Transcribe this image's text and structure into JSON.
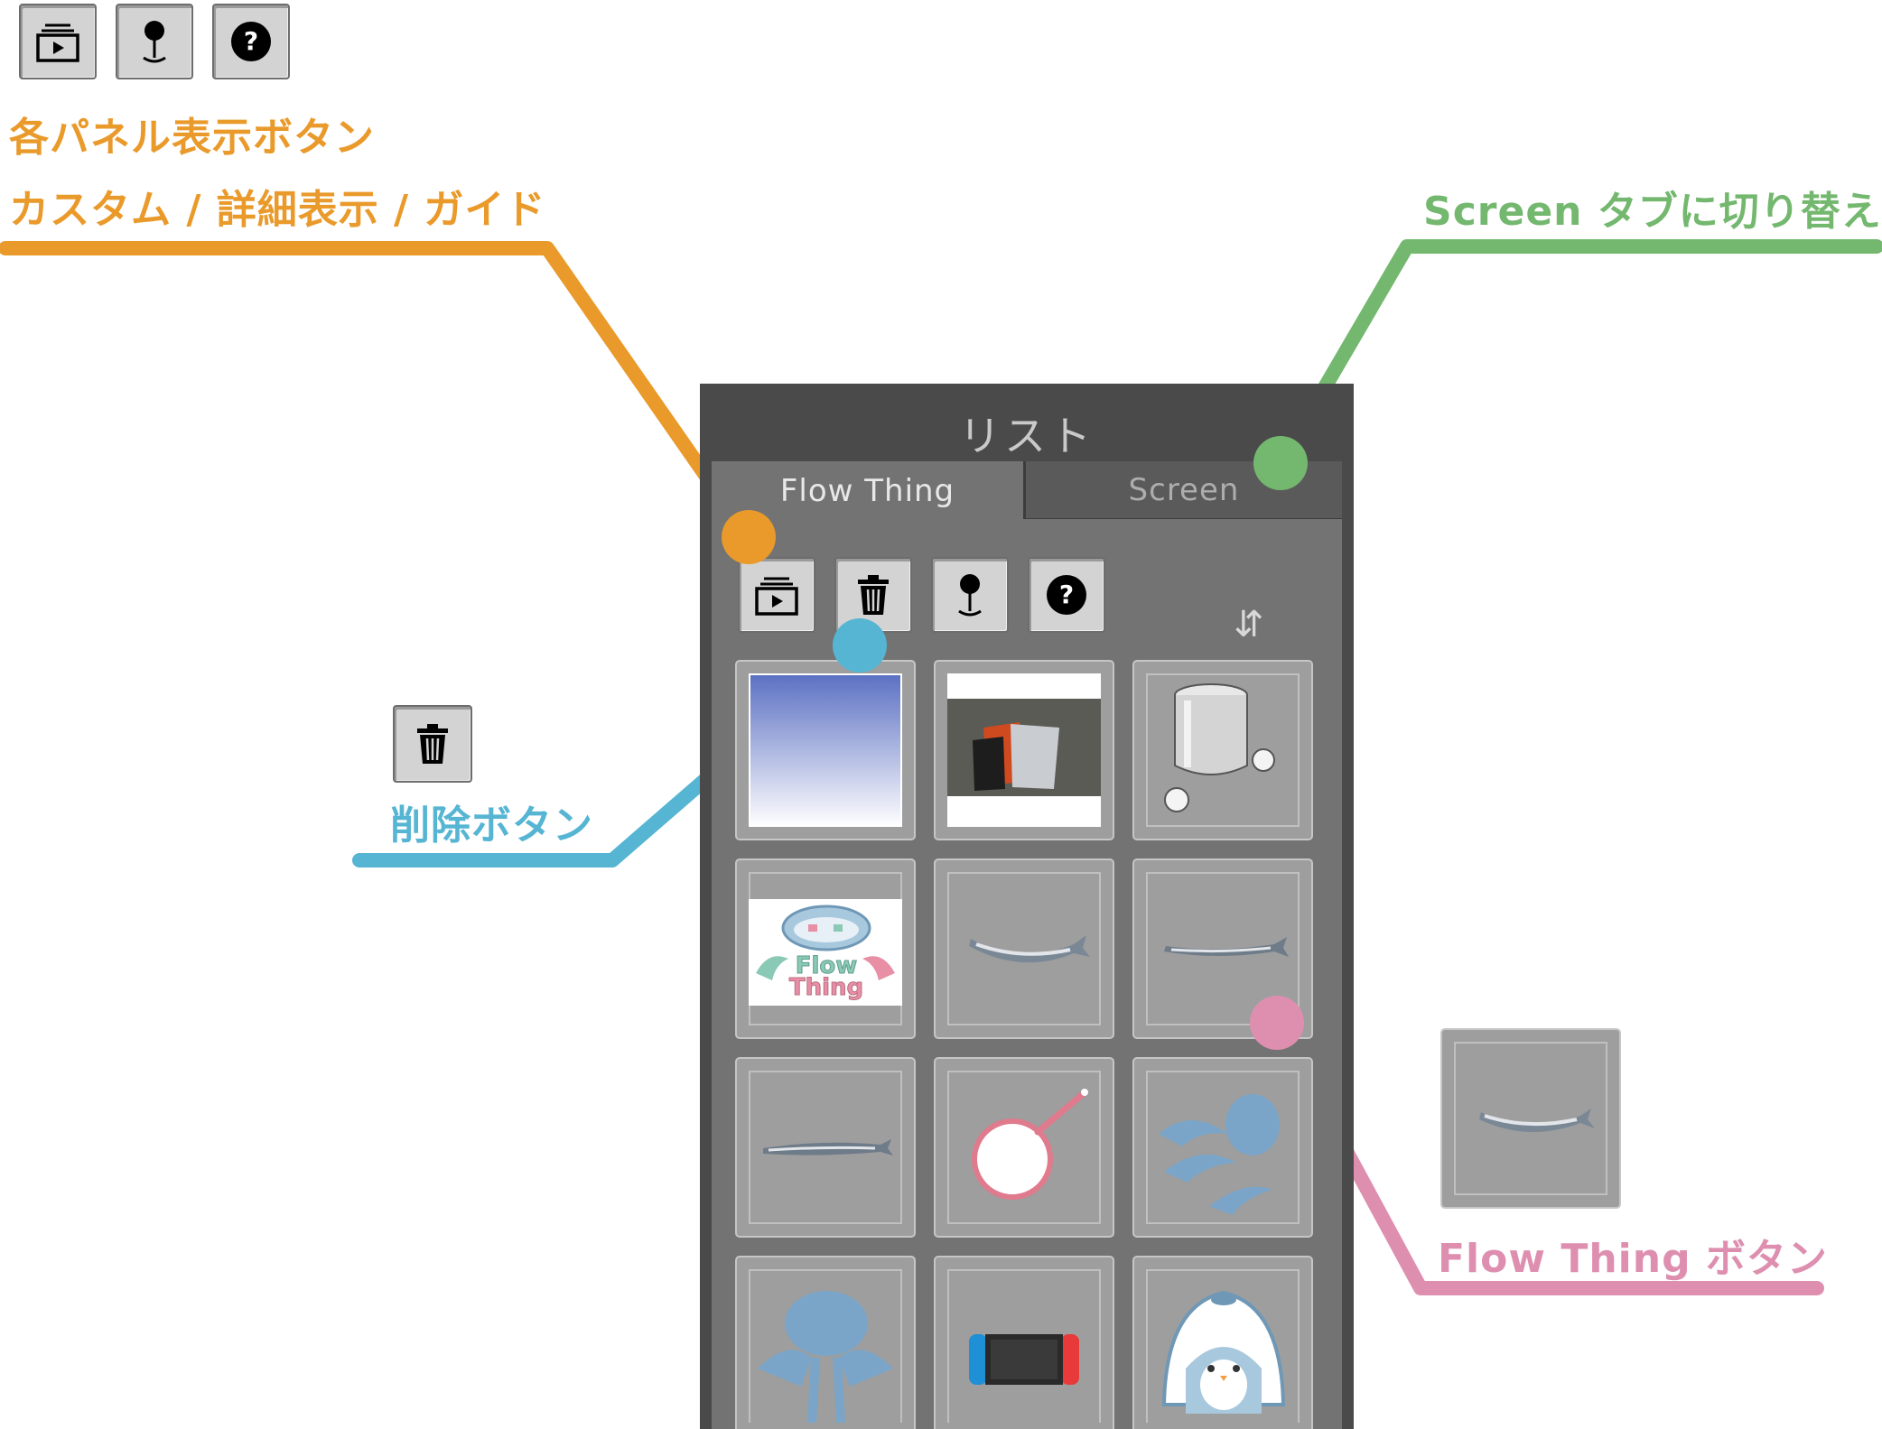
{
  "legend": {
    "panel_buttons_title": "各パネル表示ボタン",
    "panel_buttons_subtitle": "カスタム / 詳細表示 / ガイド",
    "screen_tab_note": "Screen タブに切り替え",
    "delete_button_note": "削除ボタン",
    "flowthing_button_note": "Flow Thing ボタン"
  },
  "panel": {
    "title": "リスト",
    "tabs": [
      {
        "label": "Flow Thing",
        "active": true
      },
      {
        "label": "Screen",
        "active": false
      }
    ],
    "toolbar": [
      "custom-panel-icon",
      "trash-icon",
      "pin-icon",
      "help-icon"
    ],
    "sort_glyph": "⇵",
    "items": [
      "gradient-blue",
      "clothes-photo",
      "bucket-illustration",
      "flow-thing-logo",
      "fish",
      "fish",
      "fish",
      "frying-pan",
      "jellyfish",
      "jellyfish",
      "game-console",
      "penguin"
    ]
  },
  "colors": {
    "orange": "#e99a2a",
    "green": "#73b86e",
    "blue": "#55b5d3",
    "pink": "#de8fb0",
    "panel_bg": "#4a4a4a",
    "panel_body": "#737373"
  }
}
